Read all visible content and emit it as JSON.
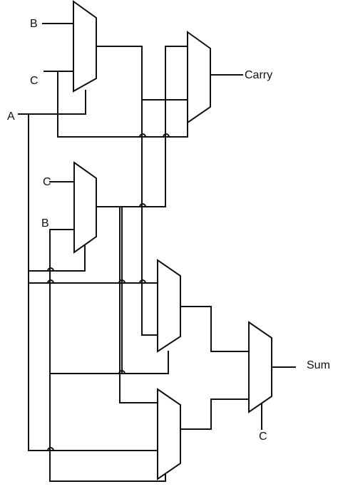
{
  "labels": {
    "b_top": "B",
    "c_top": "C",
    "a": "A",
    "carry": "Carry",
    "c_mid": "C",
    "b_mid": "B",
    "sum": "Sum",
    "c_bottom": "C"
  },
  "colors": {
    "line": "#111111",
    "background": "#ffffff"
  }
}
